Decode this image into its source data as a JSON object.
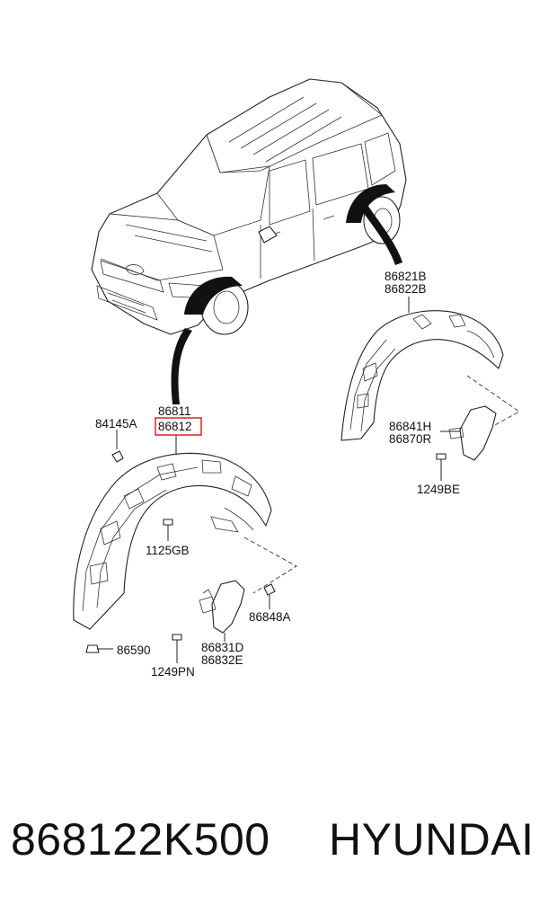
{
  "diagram": {
    "labels": {
      "p86821B": "86821B",
      "p86822B": "86822B",
      "p86811": "86811",
      "p86812": "86812",
      "p84145A": "84145A",
      "p86841H": "86841H",
      "p86870R": "86870R",
      "p1249BE": "1249BE",
      "p1125GB": "1125GB",
      "p86848A": "86848A",
      "p86590": "86590",
      "p86831D": "86831D",
      "p86832E": "86832E",
      "p1249PN": "1249PN"
    },
    "highlight_color": "#e02020"
  },
  "footer": {
    "part_number": "868122K500",
    "brand": "HYUNDAI"
  }
}
